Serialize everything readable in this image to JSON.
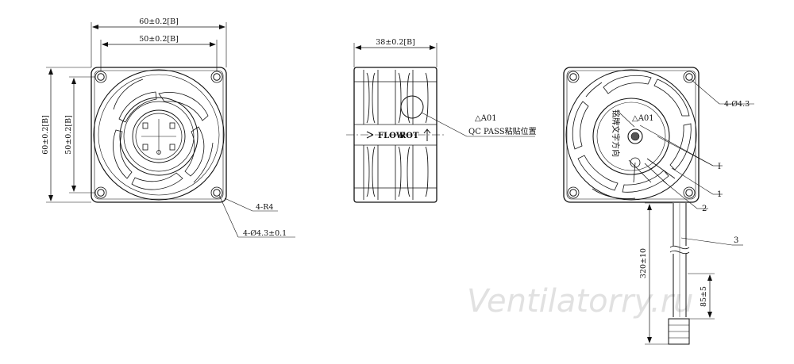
{
  "front_view": {
    "outer_width": "60±0.2[B]",
    "hole_spacing_h": "50±0.2[B]",
    "outer_height": "60±0.2[B]",
    "hole_spacing_v": "50±0.2[B]",
    "corner_radius": "4-R4",
    "mount_holes": "4-Ø4.3±0.1"
  },
  "side_view": {
    "depth": "38±0.2[B]",
    "revision": "△A01",
    "qc_label": "QC PASS粘贴位置",
    "airflow_text": "FLOW",
    "rotation_text": "ROT"
  },
  "rear_view": {
    "mount_holes": "4-Ø4.3",
    "revision": "△A01",
    "callout_I": "I",
    "callout_1": "1",
    "callout_2": "2",
    "callout_3": "3",
    "cable_length": "320±10",
    "strip_length": "85±5",
    "hub_label": "铭牌文字方向"
  },
  "watermark": "Ventilatorry.ru"
}
